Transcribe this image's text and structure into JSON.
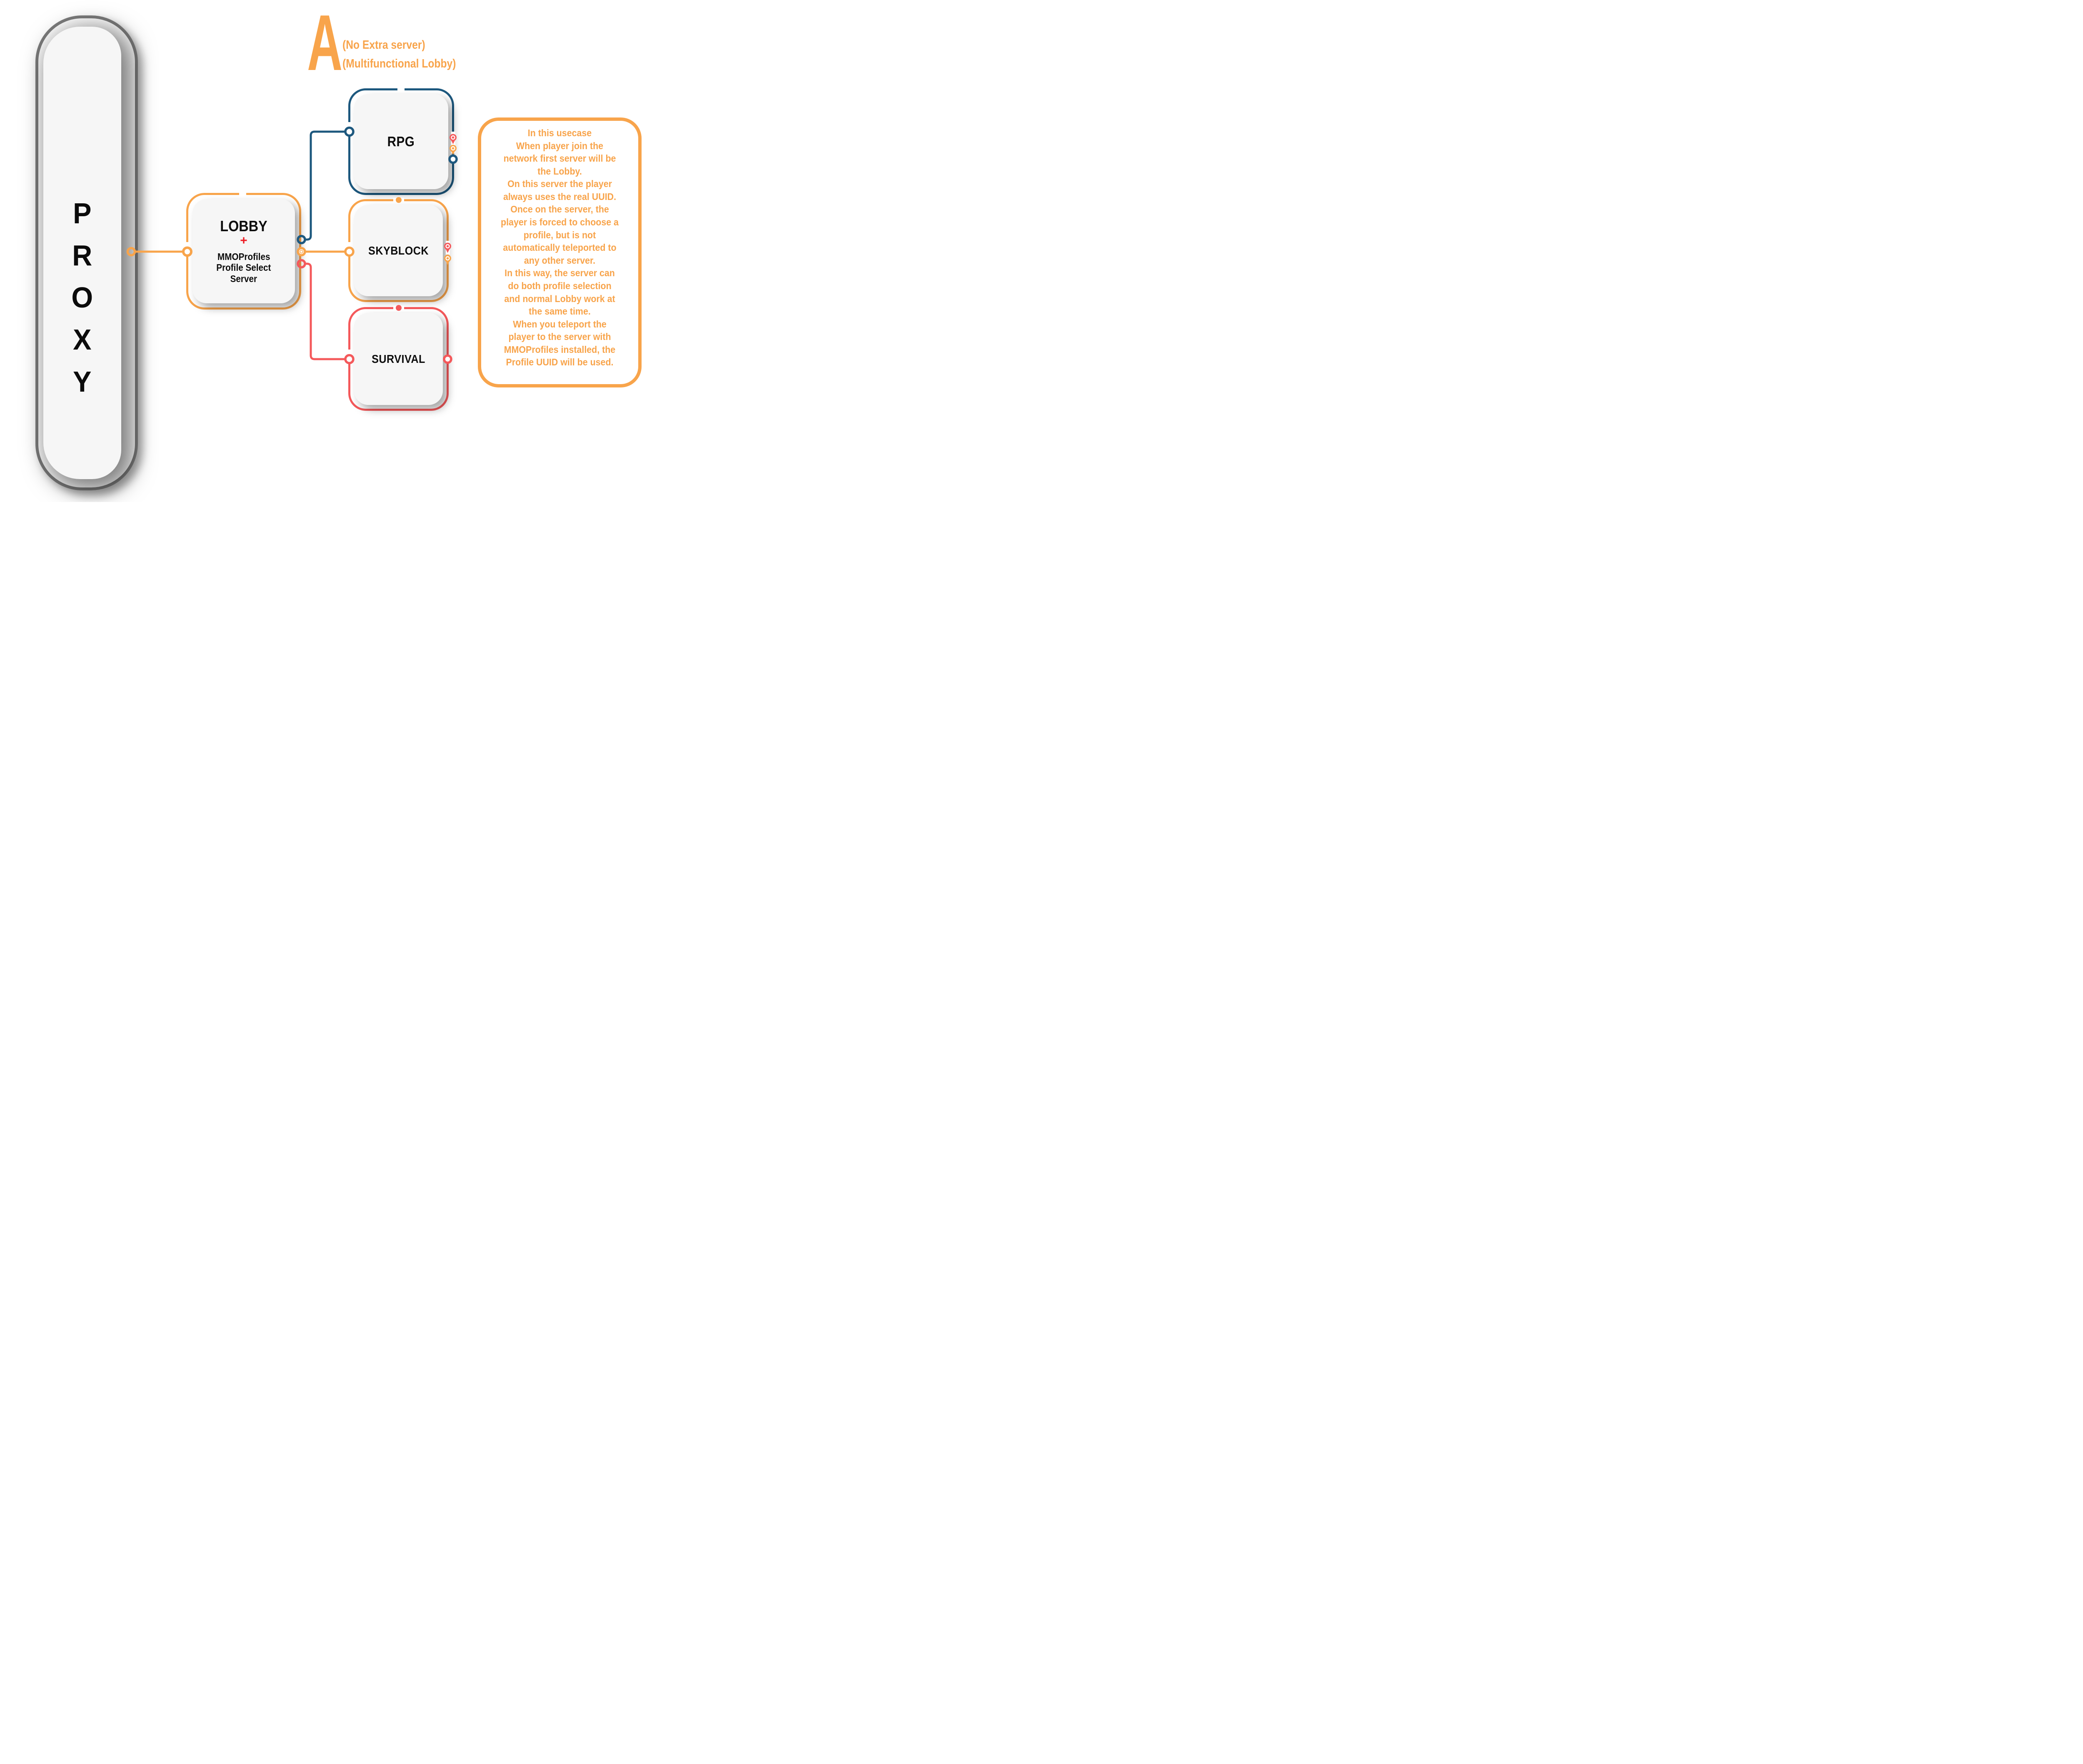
{
  "title": {
    "letter": "A",
    "subtitle_line1": "(No Extra server)",
    "subtitle_line2": "(Multifunctional Lobby)"
  },
  "proxy": {
    "label": "PROXY",
    "letters": [
      "P",
      "R",
      "O",
      "X",
      "Y"
    ]
  },
  "lobby": {
    "title": "LOBBY",
    "plus": "+",
    "subtitle_lines": [
      "MMOProfiles",
      "Profile Select",
      "Server"
    ]
  },
  "servers": [
    {
      "name": "RPG"
    },
    {
      "name": "SKYBLOCK"
    },
    {
      "name": "SURVIVAL"
    }
  ],
  "note": {
    "text": "In this usecase\nWhen player join the\nnetwork first server will be\nthe Lobby.\nOn this server the player\nalways uses the real UUID.\nOnce on the server, the\nplayer is forced to choose a\nprofile, but is not\nautomatically teleported to\nany other server.\nIn this way, the server can\ndo both profile selection\nand normal Lobby work at\nthe same time.\nWhen you teleport the\nplayer to the server with\nMMOProfiles installed, the\nProfile UUID will be used."
  },
  "colors": {
    "orange": "#F8A44B",
    "blue": "#1D587E",
    "red": "#F4595B",
    "gray": "#7D7D7D",
    "box_fill": "#F6F6F6",
    "text_black": "#0D0D0D",
    "plus_red": "#ED1C24",
    "background": "#FFFFFF"
  }
}
